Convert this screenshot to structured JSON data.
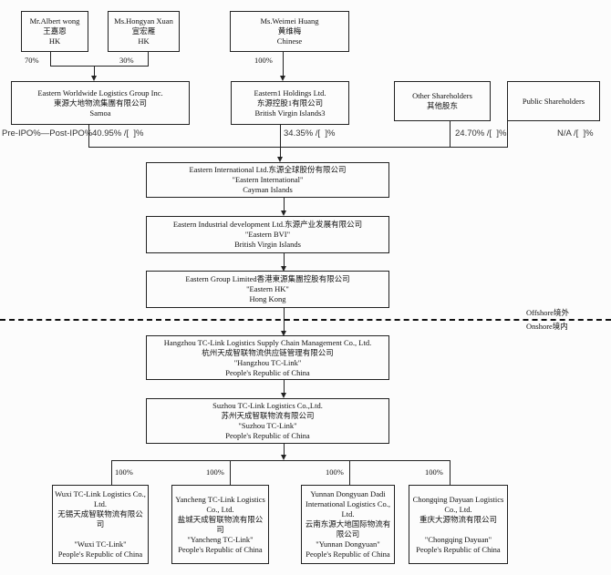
{
  "title": "Corporate shareholding structure chart",
  "zones": {
    "offshore": "Offshore境外",
    "onshore": "Onshore境内"
  },
  "ipo_axis_label": "Pre-IPO%—Post-IPO%",
  "nodes": {
    "albert": {
      "lines": [
        "Mr.Albert wong",
        "王嘉恩",
        "HK"
      ]
    },
    "hongyan": {
      "lines": [
        "Ms.Hongyan Xuan",
        "宣宏雁",
        "HK"
      ]
    },
    "weimei": {
      "lines": [
        "Ms.Weimei Huang",
        "黄维梅",
        "Chinese"
      ]
    },
    "worldwide": {
      "lines": [
        "Eastern Worldwide Logistics Group Inc.",
        "東源大地物流集團有限公司",
        "Samoa"
      ]
    },
    "eastern1": {
      "lines": [
        "Eastern1 Holdings Ltd.",
        "东源控股1有限公司",
        "British Virgin Islands3"
      ]
    },
    "other_sh": {
      "lines": [
        "Other Shareholders",
        "其他股东"
      ]
    },
    "public_sh": {
      "lines": [
        "Public Shareholders"
      ]
    },
    "intl": {
      "lines": [
        "Eastern International Ltd.东源全球股份有限公司",
        "\"Eastern International\"",
        "Cayman Islands"
      ]
    },
    "industrial": {
      "lines": [
        "Eastern Industrial development Ltd.东源产业发展有限公司",
        "\"Eastern BVI\"",
        "British Virgin Islands"
      ]
    },
    "group_hk": {
      "lines": [
        "Eastern Group Limited香港東源集團控股有限公司",
        "\"Eastern HK\"",
        "Hong Kong"
      ]
    },
    "hangzhou": {
      "lines": [
        "Hangzhou TC-Link Logistics Supply Chain Management Co., Ltd.",
        "杭州天成智联物流供应链管理有限公司",
        "\"Hangzhou TC-Link\"",
        "People's Republic of China"
      ]
    },
    "suzhou": {
      "lines": [
        "Suzhou TC-Link Logistics Co.,Ltd.",
        "苏州天成智联物流有限公司",
        "\"Suzhou TC-Link\"",
        "People's Republic of China"
      ]
    },
    "wuxi": {
      "lines": [
        "Wuxi TC-Link Logistics Co., Ltd.",
        "无锡天成智联物流有限公司",
        "",
        "\"Wuxi TC-Link\"",
        "People's Republic of China"
      ]
    },
    "yancheng": {
      "lines": [
        "Yancheng TC-Link Logistics Co., Ltd.",
        "盐城天成智联物流有限公司",
        "\"Yancheng TC-Link\"",
        "People's Republic of China"
      ]
    },
    "yunnan": {
      "lines": [
        "Yunnan Dongyuan Dadi International Logistics Co., Ltd.",
        "云南东源大地国际物流有限公司",
        "\"Yunnan Dongyuan\"",
        "People's Republic of China"
      ]
    },
    "chongqing": {
      "lines": [
        "Chongqing Dayuan Logistics Co., Ltd.",
        "重庆大源物流有限公司",
        "",
        "\"Chongqing Dayuan\"",
        "People's Republic of China"
      ]
    }
  },
  "ownership": {
    "albert": "70%",
    "hongyan": "30%",
    "weimei": "100%",
    "worldwide": "40.95% /[  ]%",
    "eastern1": "34.35% /[  ]%",
    "other_sh": "24.70% /[  ]%",
    "public_sh": "N/A /[  ]%",
    "wuxi": "100%",
    "yancheng": "100%",
    "yunnan": "100%",
    "chongqing": "100%"
  },
  "colors": {
    "line": "#222222",
    "text": "#111111",
    "background": "#fcfcfc"
  }
}
